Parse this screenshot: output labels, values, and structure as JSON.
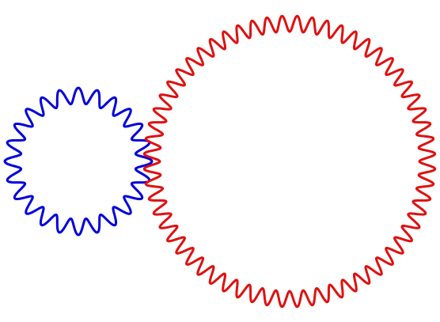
{
  "diagram": {
    "type": "meshing-gears",
    "background": "#ffffff",
    "gears": [
      {
        "id": "small-gear",
        "color": "#0000dd",
        "teeth": 24
      },
      {
        "id": "large-gear",
        "color": "#e01010",
        "teeth": 60
      }
    ]
  }
}
